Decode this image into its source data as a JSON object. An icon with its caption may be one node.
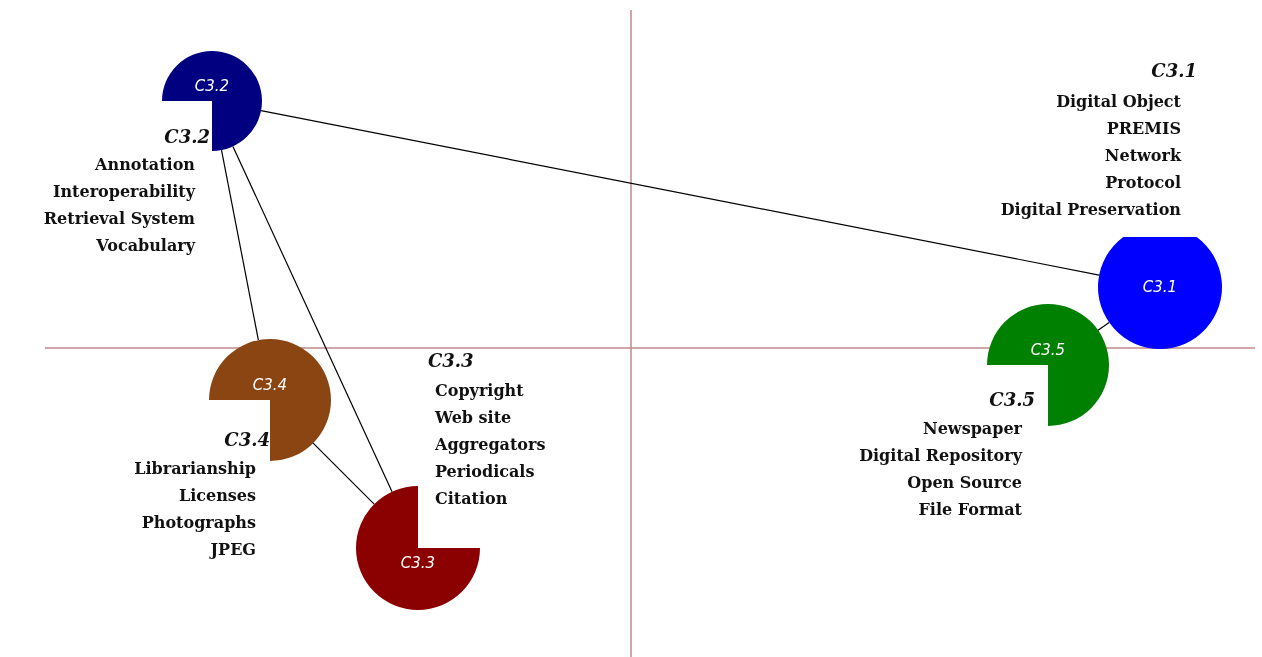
{
  "diagram": {
    "nodes": [
      {
        "text": [
          "C3.1"
        ],
        "beside": [
          "C3.1",
          "Digital Object",
          "PREMIS",
          "Network",
          "Protocol",
          "Digital Preservation"
        ]
      },
      {
        "text": [
          "C3.2"
        ],
        "beside": [
          "C3.2",
          "Annotation",
          "Interoperability",
          "Retrieval System",
          "Vocabulary"
        ]
      },
      {
        "text": [
          "C3.3"
        ],
        "beside": [
          "C3.3",
          "Copyright",
          "Web site",
          "Aggregators",
          "Periodicals",
          "Citation"
        ]
      },
      {
        "text": [
          "C3.4"
        ],
        "beside": [
          "C3.4",
          "Librarianship",
          "Licenses",
          "Photographs",
          "JPEG"
        ]
      },
      {
        "text": [
          "C3.5"
        ],
        "beside": [
          "C3.5",
          "Newspaper",
          "Digital Repository",
          "Open Source",
          "File Format"
        ]
      }
    ],
    "edges": [
      {
        "from": 1,
        "to": 0,
        "arrow": "none"
      },
      {
        "from": 1,
        "to": 3,
        "arrow": "none"
      },
      {
        "from": 1,
        "to": 2,
        "arrow": "none"
      },
      {
        "from": 3,
        "to": 2,
        "arrow": "none"
      },
      {
        "from": 4,
        "to": 0,
        "arrow": "none"
      }
    ]
  }
}
